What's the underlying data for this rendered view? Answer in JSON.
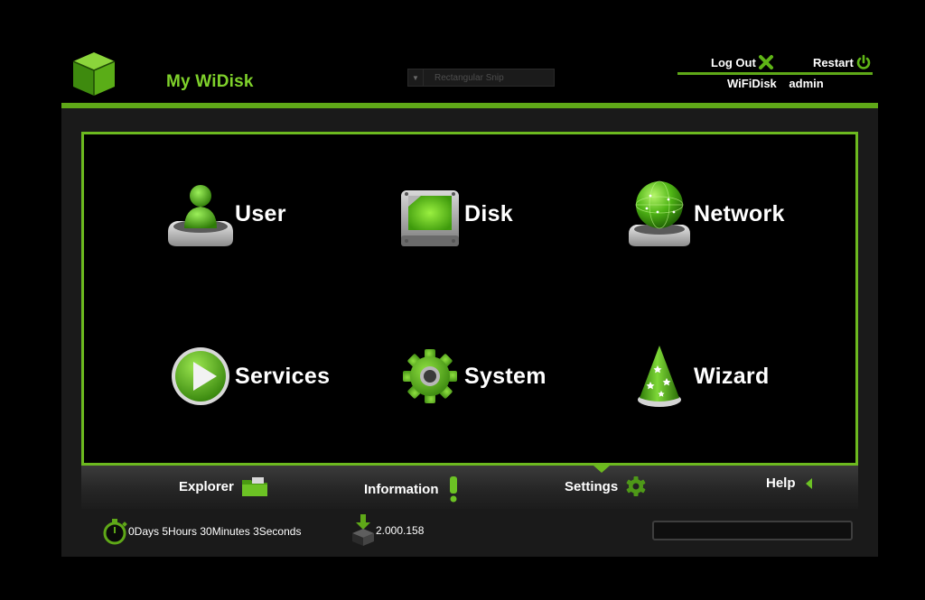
{
  "header": {
    "title": "My WiDisk",
    "snip_label": "Rectangular Snip",
    "logout_label": "Log Out",
    "restart_label": "Restart",
    "device_name": "WiFiDisk",
    "user_name": "admin"
  },
  "tiles": [
    {
      "label": "User",
      "icon": "user-icon"
    },
    {
      "label": "Disk",
      "icon": "disk-icon"
    },
    {
      "label": "Network",
      "icon": "network-globe-icon"
    },
    {
      "label": "Services",
      "icon": "play-icon"
    },
    {
      "label": "System",
      "icon": "gear-icon"
    },
    {
      "label": "Wizard",
      "icon": "wizard-hat-icon"
    }
  ],
  "nav": [
    {
      "label": "Explorer",
      "icon": "folder-icon"
    },
    {
      "label": "Information",
      "icon": "exclamation-icon"
    },
    {
      "label": "Settings",
      "icon": "gear-icon",
      "active": true
    },
    {
      "label": "Help",
      "icon": "triangle-left-icon"
    }
  ],
  "footer": {
    "uptime": "0Days 5Hours 30Minutes 3Seconds",
    "version": "2.000.158",
    "status_text": ""
  },
  "colors": {
    "accent": "#6cb91f",
    "title_green": "#7fd12b",
    "background": "#000000",
    "panel": "#1a1a1a"
  }
}
